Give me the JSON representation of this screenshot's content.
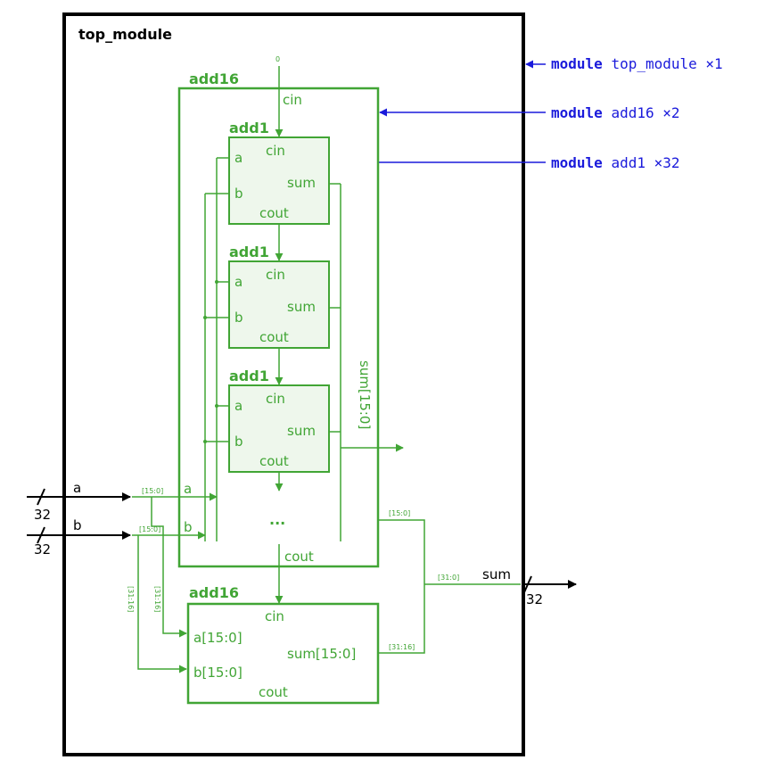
{
  "title": "top_module",
  "legend": [
    {
      "keyword": "module",
      "name": "top_module",
      "count": "×1"
    },
    {
      "keyword": "module",
      "name": "add16",
      "count": "×2"
    },
    {
      "keyword": "module",
      "name": "add1",
      "count": "×32"
    }
  ],
  "upper_add16": {
    "label": "add16",
    "cin_const": "0",
    "cin": "cin",
    "cout": "cout",
    "sum_bus": "sum[15:0]",
    "a_port": "a",
    "b_port": "b",
    "a_slice": "[15:0]",
    "b_slice": "[15:0]"
  },
  "add1_cells": [
    {
      "label": "add1",
      "cin": "cin",
      "a": "a",
      "b": "b",
      "sum": "sum",
      "cout": "cout"
    },
    {
      "label": "add1",
      "cin": "cin",
      "a": "a",
      "b": "b",
      "sum": "sum",
      "cout": "cout"
    },
    {
      "label": "add1",
      "cin": "cin",
      "a": "a",
      "b": "b",
      "sum": "sum",
      "cout": "cout"
    }
  ],
  "ellipsis": "...",
  "lower_add16": {
    "label": "add16",
    "cin": "cin",
    "a": "a[15:0]",
    "b": "b[15:0]",
    "sum": "sum[15:0]",
    "cout": "cout",
    "a_slice": "[31:16]",
    "b_slice": "[31:16]"
  },
  "inputs": {
    "a": {
      "name": "a",
      "width": "32"
    },
    "b": {
      "name": "b",
      "width": "32"
    }
  },
  "output": {
    "name": "sum",
    "width": "32",
    "low_slice": "[15:0]",
    "high_slice": "[31:16]",
    "concat_slice": "[31:0]"
  }
}
